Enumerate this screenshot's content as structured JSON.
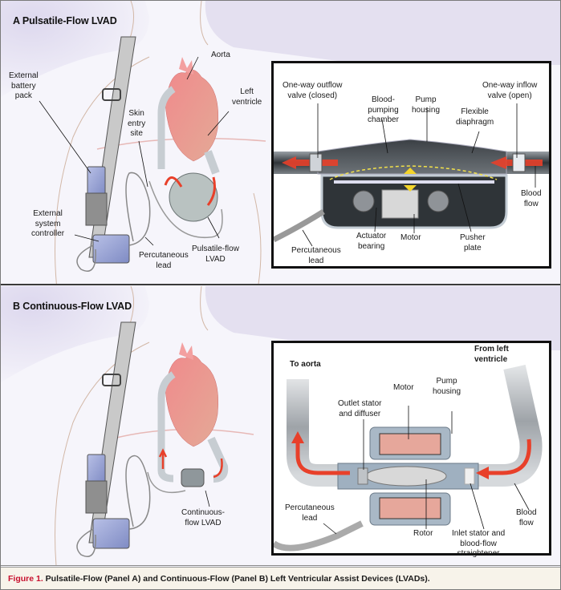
{
  "panels": [
    {
      "id": "A",
      "title": "A  Pulsatile-Flow LVAD",
      "body_labels": {
        "battery": "External\nbattery\npack",
        "skin_entry": "Skin\nentry\nsite",
        "aorta": "Aorta",
        "left_ventricle": "Left\nventricle",
        "controller": "External\nsystem\ncontroller",
        "percutaneous_lead": "Percutaneous\nlead",
        "device": "Pulsatile-flow\nLVAD"
      },
      "inset_labels": {
        "outflow_valve": "One-way outflow\nvalve (closed)",
        "inflow_valve": "One-way inflow\nvalve (open)",
        "chamber": "Blood-\npumping\nchamber",
        "housing": "Pump\nhousing",
        "diaphragm": "Flexible\ndiaphragm",
        "blood_flow": "Blood\nflow",
        "percutaneous_lead": "Percutaneous\nlead",
        "actuator": "Actuator\nbearing",
        "motor": "Motor",
        "pusher": "Pusher\nplate"
      }
    },
    {
      "id": "B",
      "title": "B  Continuous-Flow LVAD",
      "body_labels": {
        "device": "Continuous-\nflow LVAD"
      },
      "inset_labels": {
        "to_aorta": "To aorta",
        "from_lv": "From left\nventricle",
        "motor": "Motor",
        "housing": "Pump\nhousing",
        "outlet_stator": "Outlet stator\nand diffuser",
        "percutaneous_lead": "Percutaneous\nlead",
        "rotor": "Rotor",
        "inlet_stator": "Inlet stator and\nblood-flow\nstraightener",
        "blood_flow": "Blood\nflow"
      }
    }
  ],
  "caption": {
    "figure_label": "Figure 1.",
    "text": " Pulsatile-Flow (Panel A) and Continuous-Flow (Panel B) Left Ventricular Assist Devices (LVADs)."
  },
  "colors": {
    "figure_label": "#c8102e",
    "blood_arrow": "#e8402a",
    "motor_block": "#e6a79b",
    "device_blue": "#9aa6d6",
    "skin": "#f6f5fb"
  }
}
